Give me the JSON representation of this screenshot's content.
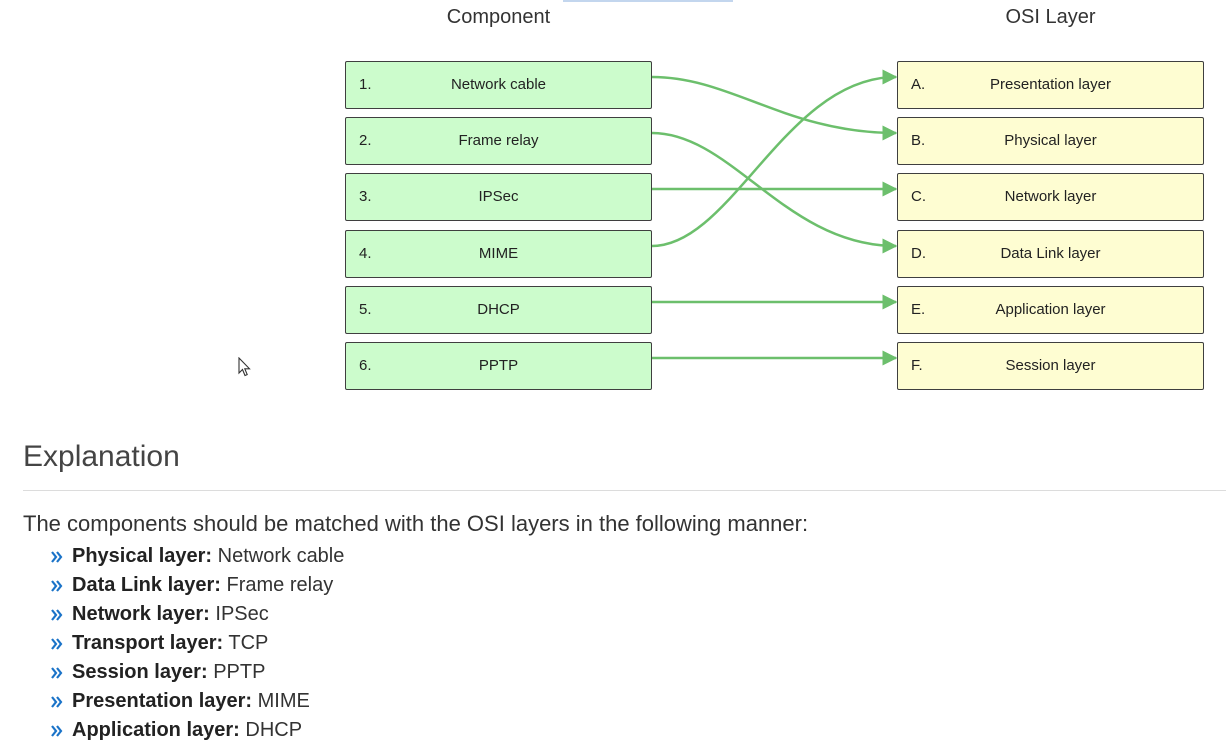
{
  "headers": {
    "left": "Component",
    "right": "OSI Layer"
  },
  "components": [
    {
      "index": "1.",
      "label": "Network cable"
    },
    {
      "index": "2.",
      "label": "Frame relay"
    },
    {
      "index": "3.",
      "label": "IPSec"
    },
    {
      "index": "4.",
      "label": "MIME"
    },
    {
      "index": "5.",
      "label": "DHCP"
    },
    {
      "index": "6.",
      "label": "PPTP"
    }
  ],
  "layers": [
    {
      "index": "A.",
      "label": "Presentation layer"
    },
    {
      "index": "B.",
      "label": "Physical layer"
    },
    {
      "index": "C.",
      "label": "Network layer"
    },
    {
      "index": "D.",
      "label": "Data Link layer"
    },
    {
      "index": "E.",
      "label": "Application layer"
    },
    {
      "index": "F.",
      "label": "Session layer"
    }
  ],
  "matches": [
    {
      "component": "1.",
      "layer": "B."
    },
    {
      "component": "2.",
      "layer": "D."
    },
    {
      "component": "3.",
      "layer": "C."
    },
    {
      "component": "4.",
      "layer": "A."
    },
    {
      "component": "5.",
      "layer": "E."
    },
    {
      "component": "6.",
      "layer": "F."
    }
  ],
  "colors": {
    "component_fill": "#ccfccc",
    "layer_fill": "#fefdd2",
    "connector": "#6cbf6c",
    "bullet": "#1a73c8"
  },
  "explanation": {
    "heading": "Explanation",
    "intro": "The components should be matched with the OSI layers in the following manner:",
    "items": [
      {
        "term": "Physical layer:",
        "value": "Network cable"
      },
      {
        "term": "Data Link layer:",
        "value": "Frame relay"
      },
      {
        "term": "Network layer:",
        "value": "IPSec"
      },
      {
        "term": "Transport layer:",
        "value": "TCP"
      },
      {
        "term": "Session layer:",
        "value": "PPTP"
      },
      {
        "term": "Presentation layer:",
        "value": "MIME"
      },
      {
        "term": "Application layer:",
        "value": "DHCP"
      }
    ]
  }
}
